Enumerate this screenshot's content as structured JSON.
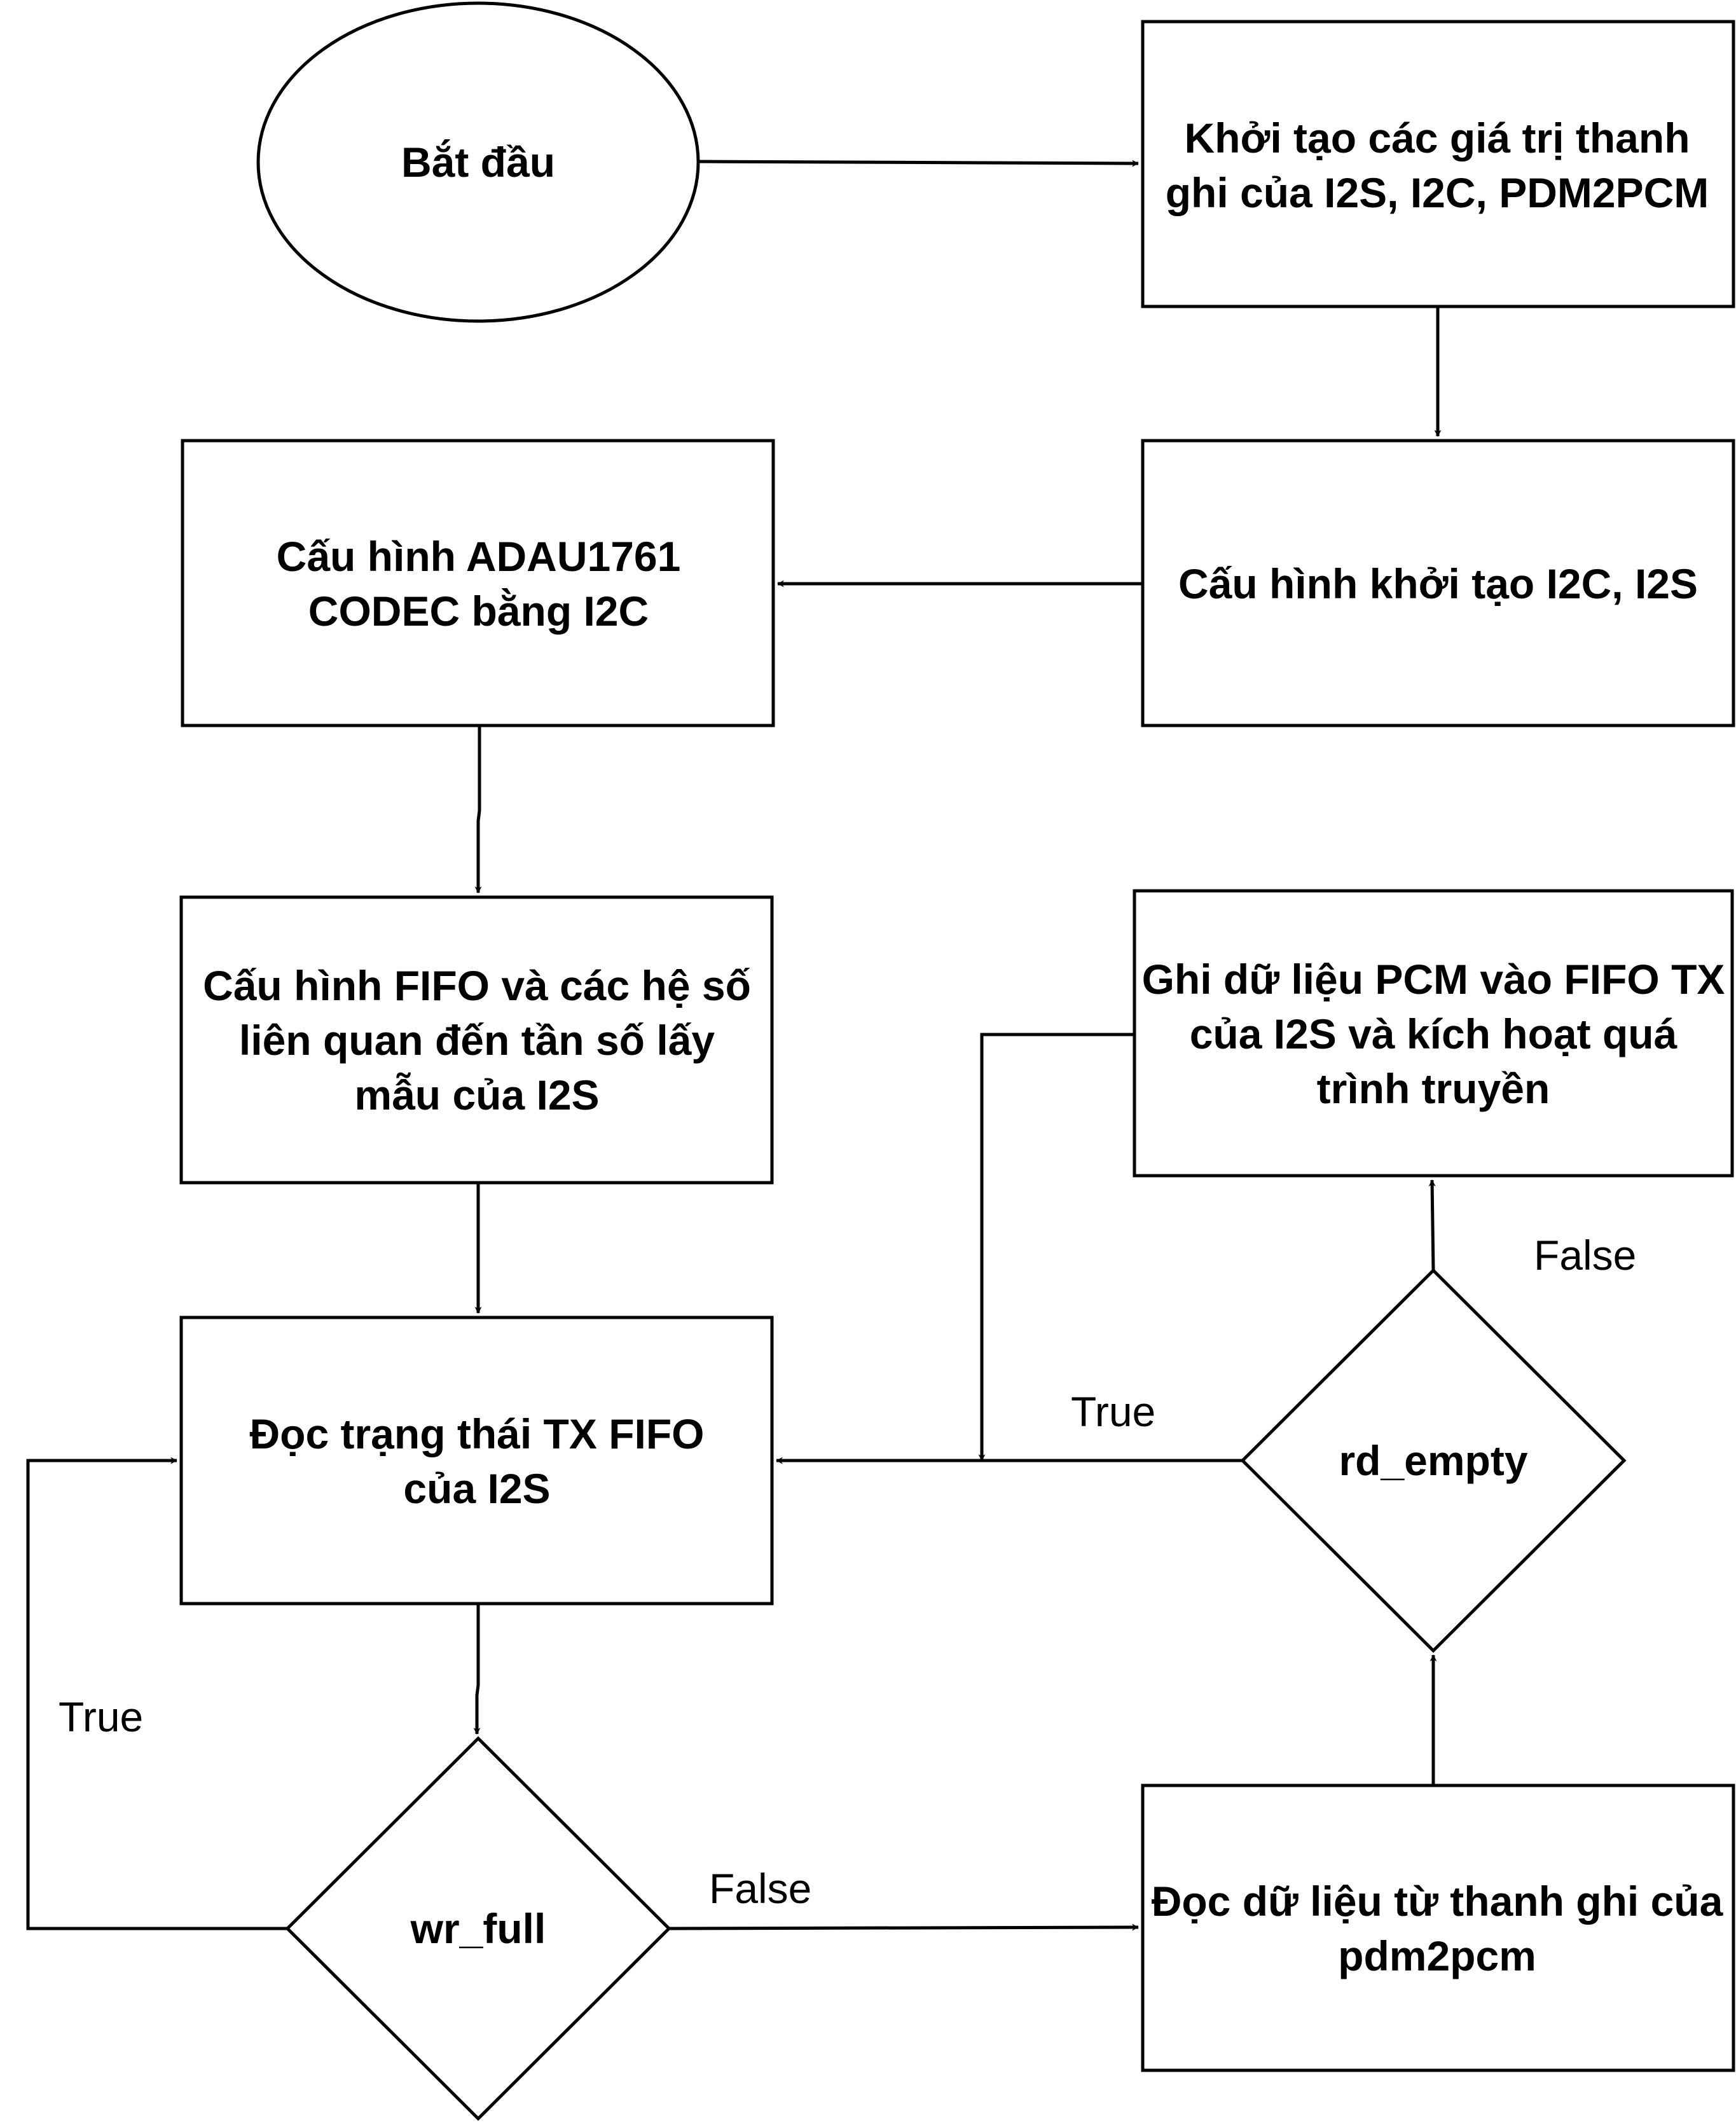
{
  "nodes": {
    "start": "Bắt đầu",
    "init_registers": "Khởi tạo các giá trị thanh ghi của I2S, I2C, PDM2PCM",
    "config_i2c_i2s": "Cấu hình khởi tạo I2C, I2S",
    "config_codec": "Cấu hình ADAU1761 CODEC bằng I2C",
    "config_fifo": "Cấu hình FIFO và các hệ số liên quan đến tần số lấy mẫu của I2S",
    "read_tx_status": "Đọc trạng thái TX FIFO của I2S",
    "wr_full": "wr_full",
    "read_pdm2pcm": "Đọc dữ liệu từ thanh ghi của pdm2pcm",
    "rd_empty": "rd_empty",
    "write_pcm": "Ghi dữ liệu PCM vào FIFO TX của I2S và kích hoạt quá trình truyền"
  },
  "edge_labels": {
    "wr_full_true": "True",
    "wr_full_false": "False",
    "rd_empty_true": "True",
    "rd_empty_false": "False"
  },
  "colors": {
    "stroke": "#000000",
    "fill": "#ffffff",
    "text": "#000000"
  }
}
